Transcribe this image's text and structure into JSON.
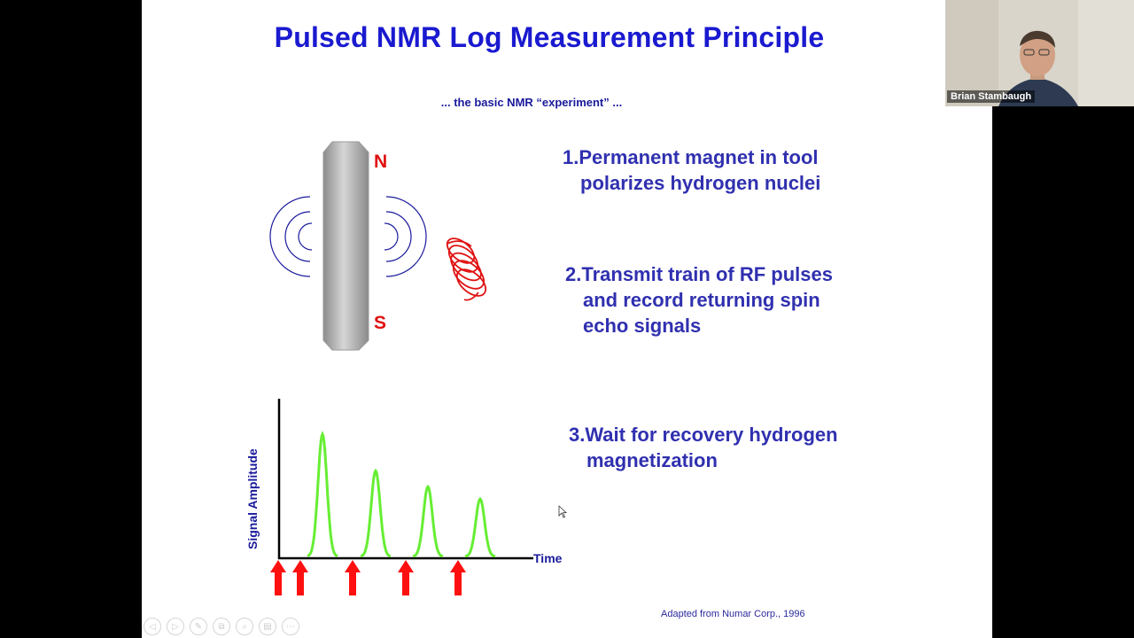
{
  "slide": {
    "title": "Pulsed NMR Log Measurement Principle",
    "subtitle": "... the basic NMR “experiment” ...",
    "steps": [
      {
        "num": "1.",
        "line1": "Permanent magnet in tool",
        "rest": [
          "polarizes hydrogen nuclei"
        ]
      },
      {
        "num": "2.",
        "line1": "Transmit train of RF pulses",
        "rest": [
          "and record returning spin",
          "echo signals"
        ]
      },
      {
        "num": "3.",
        "line1": "Wait for recovery hydrogen",
        "rest": [
          "magnetization"
        ]
      }
    ],
    "credit": "Adapted from Numar Corp., 1996",
    "magnet": {
      "north_label": "N",
      "south_label": "S"
    },
    "signal_plot": {
      "ylabel": "Signal Amplitude",
      "xlabel": "Time",
      "echo_color": "#66ee33",
      "pulse_color": "#ff1010",
      "echo_relative_amplitudes": [
        1.0,
        0.7,
        0.57,
        0.47
      ],
      "pulse_count": 5
    }
  },
  "toolbar": {
    "buttons": [
      {
        "icon": "prev-arrow-icon",
        "glyph": "◁"
      },
      {
        "icon": "next-arrow-icon",
        "glyph": "▷"
      },
      {
        "icon": "pen-icon",
        "glyph": "✎"
      },
      {
        "icon": "slides-icon",
        "glyph": "⧉"
      },
      {
        "icon": "zoom-icon",
        "glyph": "⌕"
      },
      {
        "icon": "subtitles-icon",
        "glyph": "▤"
      },
      {
        "icon": "more-icon",
        "glyph": "⋯"
      }
    ]
  },
  "video": {
    "participant_name": "Brian Stambaugh"
  },
  "colors": {
    "title_blue": "#1a1ad0",
    "step_blue": "#3030b0",
    "pole_red": "#e01010"
  }
}
